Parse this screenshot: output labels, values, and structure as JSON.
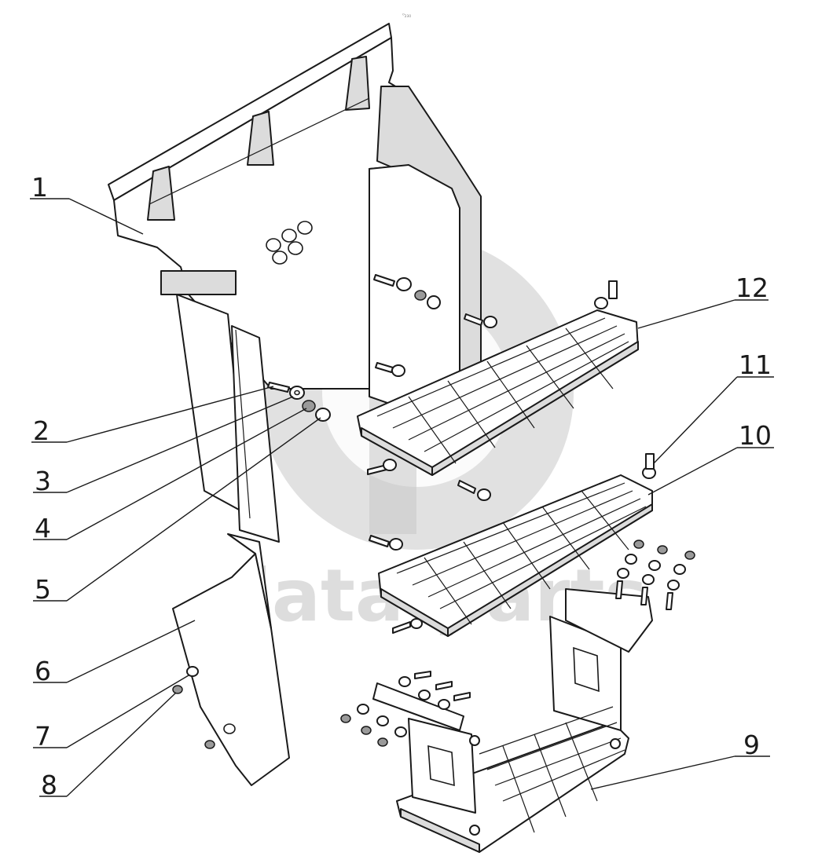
{
  "watermark": {
    "text": "data-parts",
    "color": "#c8c8c8"
  },
  "top_mark": "⁰₂₃₀",
  "callouts": [
    {
      "id": "1",
      "label": "1"
    },
    {
      "id": "2",
      "label": "2"
    },
    {
      "id": "3",
      "label": "3"
    },
    {
      "id": "4",
      "label": "4"
    },
    {
      "id": "5",
      "label": "5"
    },
    {
      "id": "6",
      "label": "6"
    },
    {
      "id": "7",
      "label": "7"
    },
    {
      "id": "8",
      "label": "8"
    },
    {
      "id": "9",
      "label": "9"
    },
    {
      "id": "10",
      "label": "10"
    },
    {
      "id": "11",
      "label": "11"
    },
    {
      "id": "12",
      "label": "12"
    }
  ],
  "colors": {
    "line": "#1a1a1a",
    "background": "#ffffff",
    "shade": "#dcdcdc"
  }
}
